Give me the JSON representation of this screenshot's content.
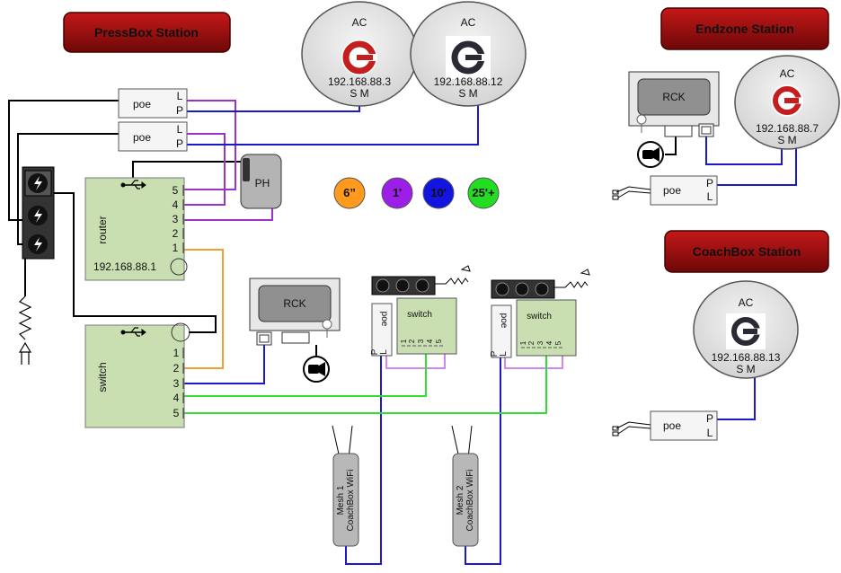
{
  "stations": {
    "pressbox": "PressBox Station",
    "endzone": "Endzone Station",
    "coachbox": "CoachBox Station"
  },
  "legend": [
    {
      "label": "6”",
      "color": "#ff9a1e"
    },
    {
      "label": "1'",
      "color": "#9b1fe6"
    },
    {
      "label": "10'",
      "color": "#1414e0"
    },
    {
      "label": "25'+",
      "color": "#22dd22"
    }
  ],
  "colors": {
    "purple": "#9933cc",
    "blue": "#1a1acc",
    "green": "#33dd33",
    "orange": "#f0a030",
    "black": "#000000",
    "station_red": "#a81010",
    "box_green": "#c9dfb2",
    "ac_gray": "#e0e0e0"
  },
  "access_points": [
    {
      "id": "ac1",
      "title": "AC",
      "ip": "192.168.88.3",
      "sm": "S M",
      "logo": "red-logo-icon"
    },
    {
      "id": "ac2",
      "title": "AC",
      "ip": "192.168.88.12",
      "sm": "S M",
      "logo": "dark-logo-icon"
    },
    {
      "id": "ac3",
      "title": "AC",
      "ip": "192.168.88.7",
      "sm": "S M",
      "logo": "red-logo-icon"
    },
    {
      "id": "ac4",
      "title": "AC",
      "ip": "192.168.88.13",
      "sm": "S M",
      "logo": "dark-logo-icon"
    }
  ],
  "poe": {
    "label": "poe",
    "l": "L",
    "p": "P"
  },
  "router": {
    "label": "router",
    "ip": "192.168.88.1",
    "ports": [
      "5",
      "4",
      "3",
      "2",
      "1"
    ]
  },
  "switch_main": {
    "label": "switch",
    "ports": [
      "1",
      "2",
      "3",
      "4",
      "5"
    ]
  },
  "ph": "PH",
  "rck": "RCK",
  "small_switch": {
    "label": "switch",
    "ports": [
      "1",
      "2",
      "3",
      "4",
      "5"
    ]
  },
  "mesh": [
    {
      "line1": "Mesh 1",
      "line2": "CoachBox WiFi"
    },
    {
      "line1": "Mesh 2",
      "line2": "CoachBox WiFi"
    }
  ]
}
